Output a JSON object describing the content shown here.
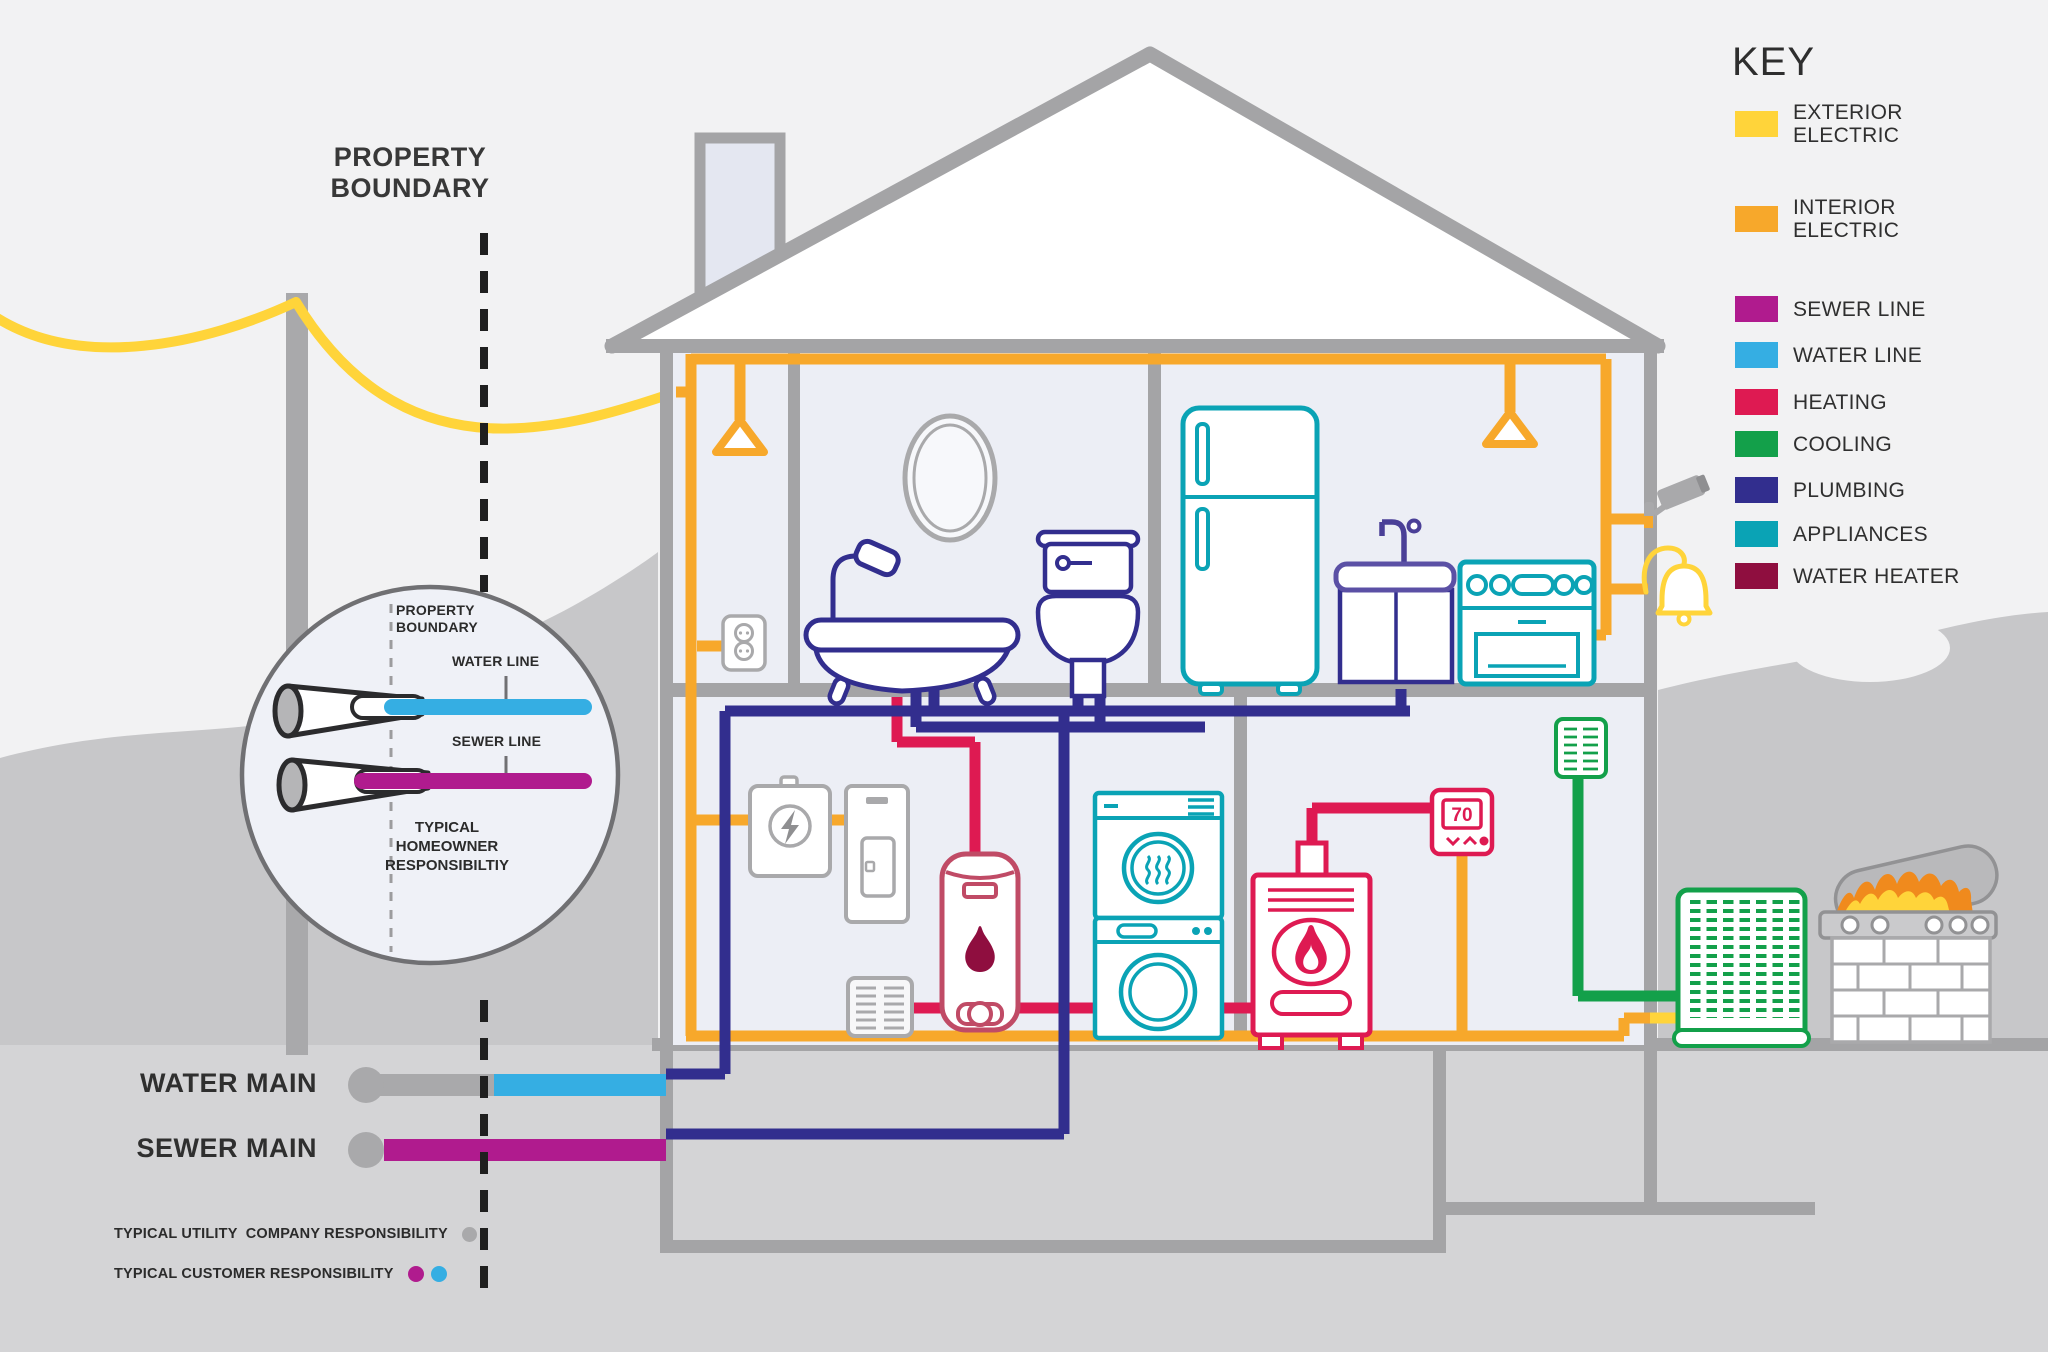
{
  "property_boundary_label": "PROPERTY\nBOUNDARY",
  "key": {
    "title": "KEY",
    "items": [
      {
        "label": "EXTERIOR\nELECTRIC",
        "color": "#FFD43A"
      },
      {
        "label": "INTERIOR\nELECTRIC",
        "color": "#F7A82B"
      },
      {
        "label": "SEWER LINE",
        "color": "#B01B8E"
      },
      {
        "label": "WATER LINE",
        "color": "#35AEE3"
      },
      {
        "label": "HEATING",
        "color": "#DE1A52"
      },
      {
        "label": "COOLING",
        "color": "#13A04A"
      },
      {
        "label": "PLUMBING",
        "color": "#322E8E"
      },
      {
        "label": "APPLIANCES",
        "color": "#0AA3B5"
      },
      {
        "label": "WATER HEATER",
        "color": "#8F0E3F"
      }
    ]
  },
  "inset": {
    "property_boundary": "PROPERTY\nBOUNDARY",
    "water_line": "WATER LINE",
    "sewer_line": "SEWER LINE",
    "caption": "TYPICAL\nHOMEOWNER\nRESPONSIBILTIY"
  },
  "mains": {
    "water": "WATER MAIN",
    "sewer": "SEWER MAIN"
  },
  "thermostat": {
    "value": "70"
  },
  "footer": {
    "utility_label": "TYPICAL UTILITY  COMPANY RESPONSIBILITY",
    "customer_label": "TYPICAL CUSTOMER RESPONSIBILITY",
    "utility_dot": "#A9A9AB",
    "customer_dot_sewer": "#B01B8E",
    "customer_dot_water": "#35AEE3"
  },
  "colors": {
    "exterior_electric": "#FFD43A",
    "interior_electric": "#F7A82B",
    "sewer": "#B01B8E",
    "water": "#35AEE3",
    "heating": "#DE1A52",
    "cooling": "#13A04A",
    "plumbing": "#322E8E",
    "appliances": "#0AA3B5",
    "water_heater": "#8F0E3F",
    "structure_gray": "#A4A4A6"
  }
}
